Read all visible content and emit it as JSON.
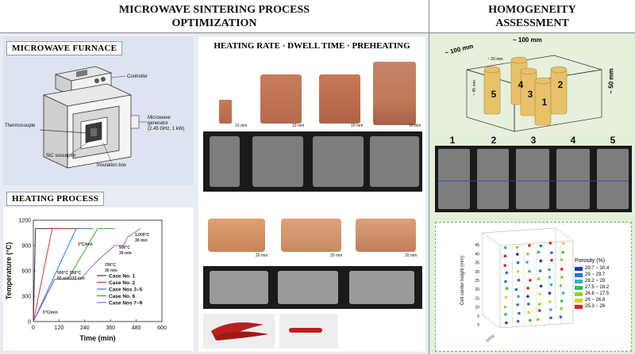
{
  "headers": {
    "left_title_line1": "MICROWAVE SINTERING PROCESS",
    "left_title_line2": "OPTIMIZATION",
    "right_title_line1": "HOMOGENEITY",
    "right_title_line2": "ASSESSMENT"
  },
  "furnace": {
    "label": "MICROWAVE FURNACE",
    "controller": "Controller",
    "thermocouple": "Thermocouple",
    "generator_line1": "Microwave",
    "generator_line2": "generator",
    "generator_line3": "(2.45 GHz, 1 kW)",
    "susceptor": "SiC susceptor",
    "insulation": "Insulation box"
  },
  "heating_process": {
    "label": "HEATING PROCESS"
  },
  "params": {
    "label": "HEATING RATE · DWELL TIME · PREHEATING",
    "scale": "10 mm",
    "scale20": "20 mm"
  },
  "chart_data": {
    "type": "line",
    "xlabel": "Time (min)",
    "ylabel": "Temperature (°C)",
    "xlim": [
      0,
      600
    ],
    "ylim": [
      0,
      1200
    ],
    "xticks": [
      "0",
      "120",
      "240",
      "360",
      "480",
      "600"
    ],
    "yticks": [
      "0",
      "300",
      "600",
      "900",
      "1200"
    ],
    "series": [
      {
        "name": "Case No. 1",
        "color": "#333333",
        "x": [
          0,
          10,
          200
        ],
        "y": [
          0,
          1100,
          1100
        ]
      },
      {
        "name": "Case No. 2",
        "color": "#e03030",
        "x": [
          0,
          88,
          220
        ],
        "y": [
          0,
          1100,
          1100
        ]
      },
      {
        "name": "Case Nos 3–5",
        "color": "#2080e0",
        "x": [
          0,
          200,
          280
        ],
        "y": [
          0,
          1100,
          1100
        ]
      },
      {
        "name": "Case No. 6",
        "color": "#30b030",
        "x": [
          0,
          100,
          160,
          300,
          380
        ],
        "y": [
          0,
          500,
          500,
          1100,
          1100
        ]
      },
      {
        "name": "Case Nos 7–9",
        "color": "#a060e0",
        "x": [
          0,
          100,
          220,
          290,
          380,
          420,
          440,
          500
        ],
        "y": [
          0,
          500,
          500,
          700,
          900,
          900,
          1000,
          1100
        ]
      }
    ],
    "annotations": [
      {
        "text": "5°C/min"
      },
      {
        "text": "3°C/min"
      },
      {
        "text": "500°C"
      },
      {
        "text": "60 min"
      },
      {
        "text": "500°C"
      },
      {
        "text": "120 min"
      },
      {
        "text": "700°C"
      },
      {
        "text": "30 min"
      },
      {
        "text": "900°C"
      },
      {
        "text": "30 min"
      },
      {
        "text": "1,000°C"
      },
      {
        "text": "30 min"
      }
    ]
  },
  "homogeneity": {
    "dim_top": "~ 100 mm",
    "dim_left": "~ 100 mm",
    "dim_right": "~ 50 mm",
    "dim_small": "~ 20 mm",
    "dim_height": "~ 45 mm",
    "cylinder_nums": [
      "5",
      "4",
      "3",
      "1",
      "2"
    ],
    "ct_nums": [
      "1",
      "2",
      "3",
      "4",
      "5"
    ]
  },
  "porosity_chart": {
    "ylabel": "Cell center height (mm)",
    "xlabel": "(mm)",
    "legend_title": "Porosity (%)",
    "yticks": [
      "0",
      "5",
      "10",
      "15",
      "20",
      "25",
      "30",
      "35",
      "40",
      "45"
    ],
    "legend": [
      {
        "label": "29.7 ~ 30.4",
        "color": "#1a3ab0"
      },
      {
        "label": "29 ~ 29.7",
        "color": "#2070e0"
      },
      {
        "label": "28.2 ~ 29",
        "color": "#30b0e0"
      },
      {
        "label": "27.5 ~ 28.2",
        "color": "#30c050"
      },
      {
        "label": "26.8 ~ 27.5",
        "color": "#90d030"
      },
      {
        "label": "26 ~ 26.8",
        "color": "#e0d020"
      },
      {
        "label": "25.3 ~ 26",
        "color": "#e02020"
      }
    ]
  }
}
